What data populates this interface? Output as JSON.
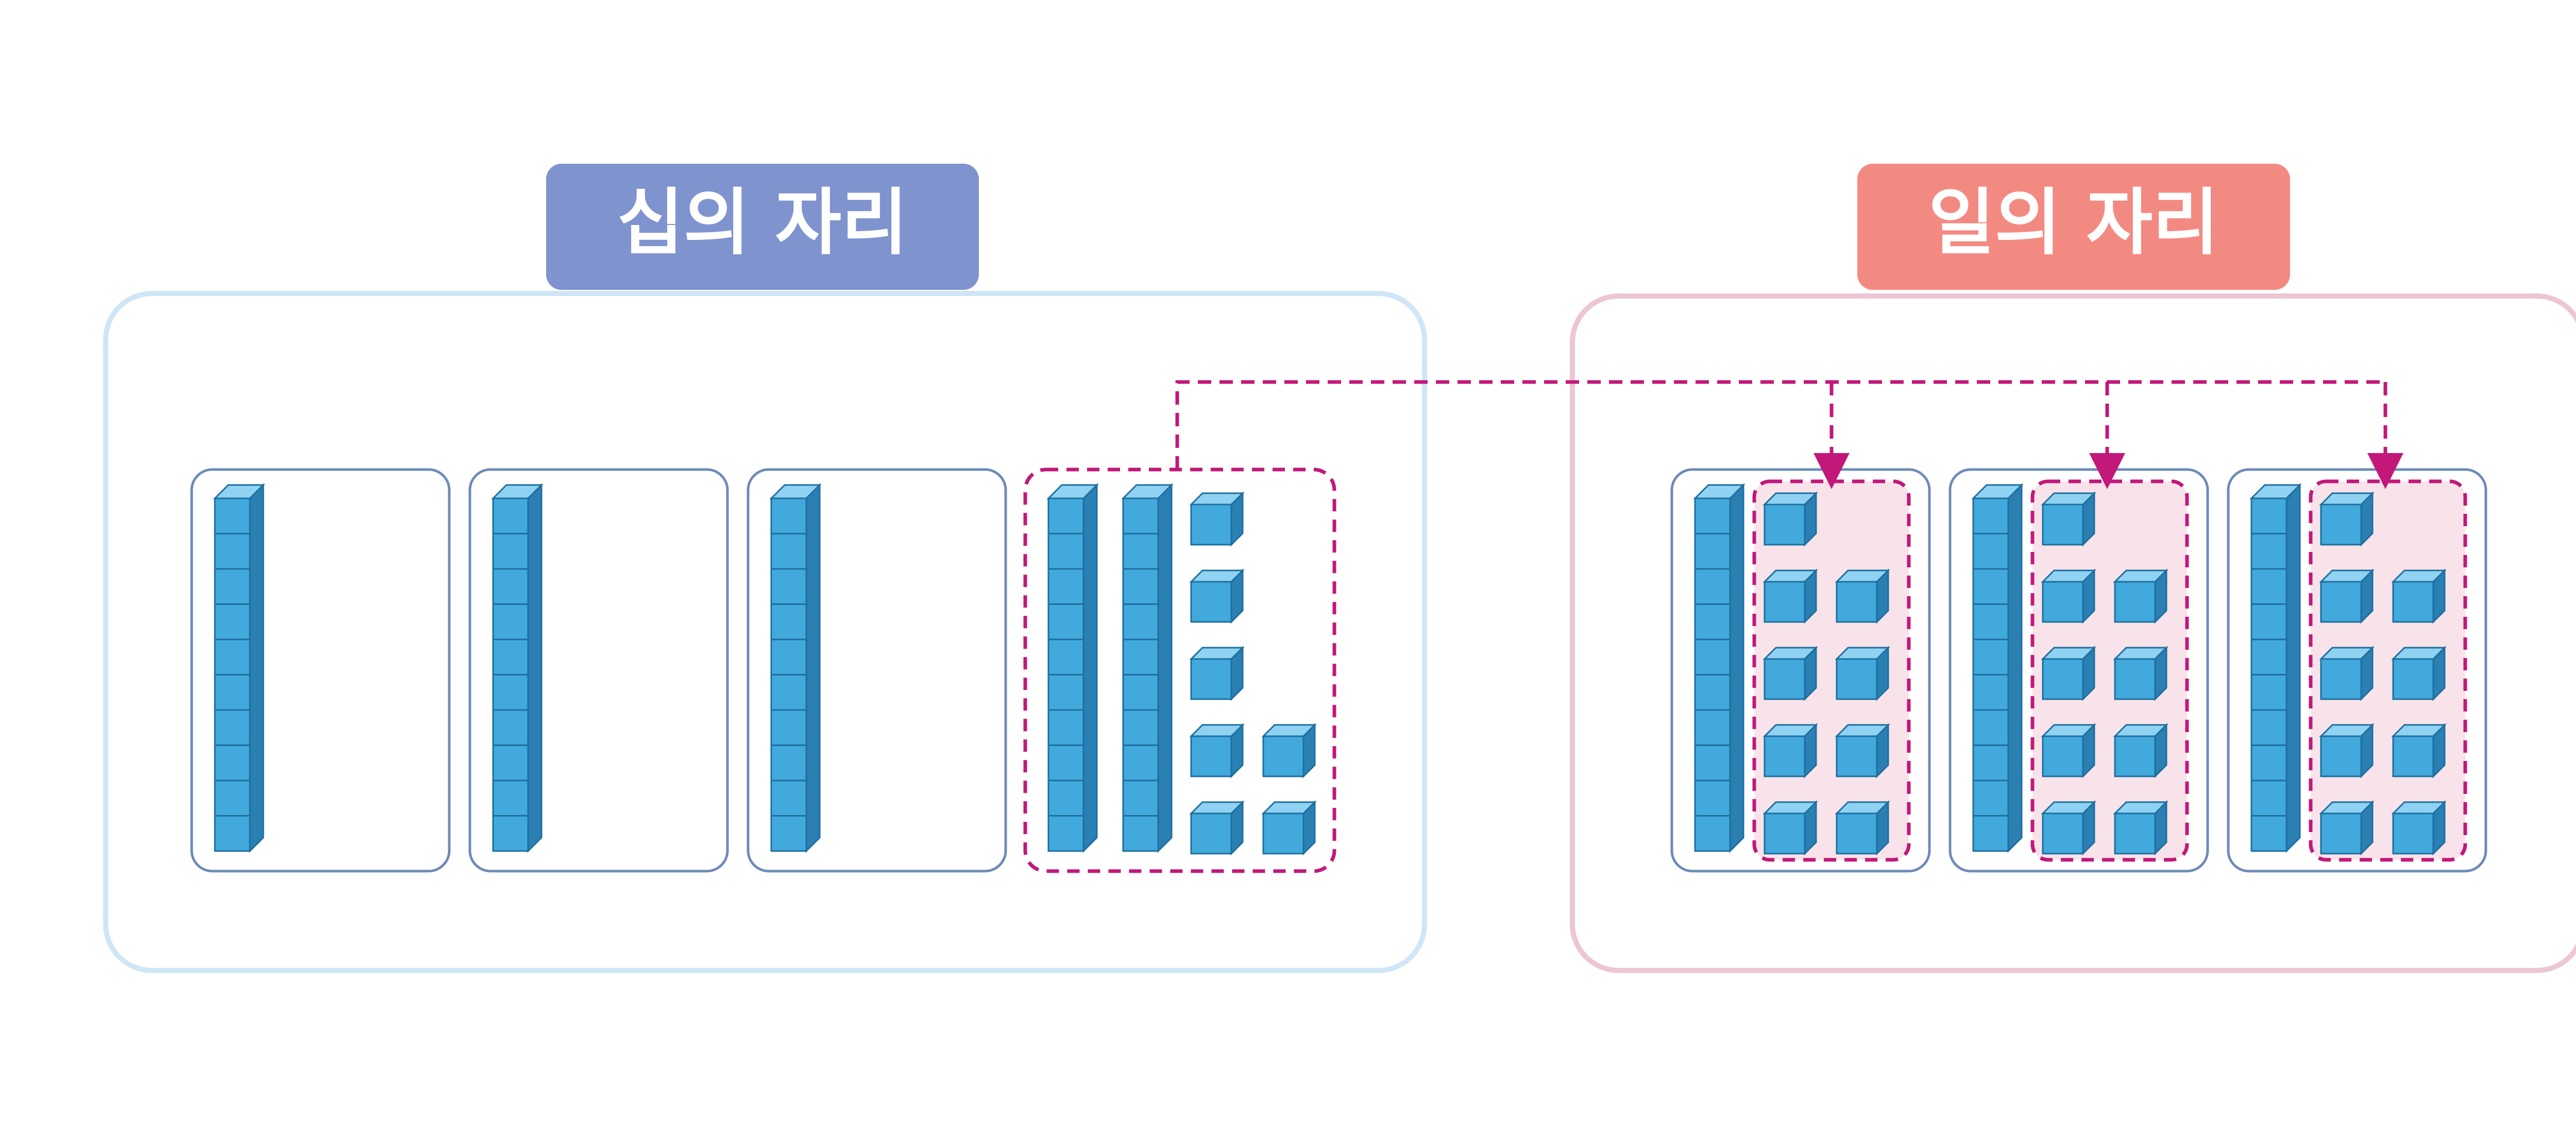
{
  "tens_place": {
    "label": "십의 자리",
    "color": "#7f93cf",
    "border": "#cfe6f7"
  },
  "ones_place": {
    "label": "일의 자리",
    "color": "#f38a82",
    "border": "#ecc6d4"
  },
  "block_colors": {
    "front": "#41a9dc",
    "top": "#8fd2f1",
    "side": "#2a7fb3",
    "edge": "#1e6f9f"
  },
  "group_border": "#6d8bb8",
  "regroup_color": "#c2187a",
  "tens_panel": {
    "groups": [
      {
        "rods": 1,
        "units": 0
      },
      {
        "rods": 1,
        "units": 0
      },
      {
        "rods": 1,
        "units": 0
      },
      {
        "rods": 2,
        "units": 7,
        "highlighted": true
      }
    ]
  },
  "ones_panel": {
    "groups": [
      {
        "rods": 1,
        "units": 9
      },
      {
        "rods": 1,
        "units": 9
      },
      {
        "rods": 1,
        "units": 9
      }
    ]
  }
}
